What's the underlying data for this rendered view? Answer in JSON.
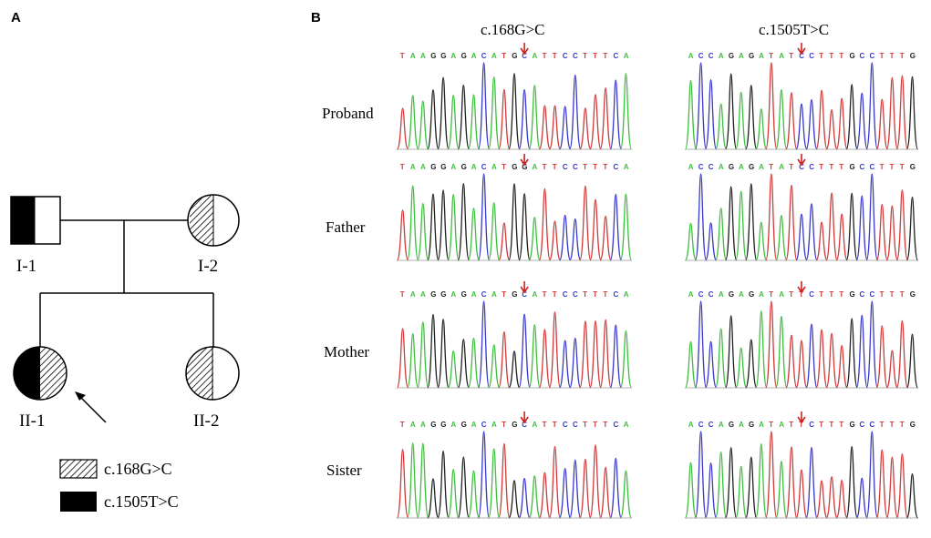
{
  "panels": {
    "a": {
      "letter": "A"
    },
    "b": {
      "letter": "B"
    }
  },
  "pedigree": {
    "members": [
      {
        "id": "I-1",
        "label": "I-1",
        "sex": "male",
        "left": "solid",
        "right": "none"
      },
      {
        "id": "I-2",
        "label": "I-2",
        "sex": "female",
        "left": "hatched",
        "right": "none"
      },
      {
        "id": "II-1",
        "label": "II-1",
        "sex": "female",
        "left": "solid",
        "right": "hatched",
        "proband": true
      },
      {
        "id": "II-2",
        "label": "II-2",
        "sex": "female",
        "left": "hatched",
        "right": "none"
      }
    ],
    "legend": [
      {
        "fill": "hatched",
        "label": "c.168G>C"
      },
      {
        "fill": "solid",
        "label": "c.1505T>C"
      }
    ]
  },
  "sequencing": {
    "variants": [
      {
        "label": "c.168G>C",
        "sequence": "TAAGGAGACATGCATTCCTTTCA",
        "site_index": 12
      },
      {
        "label": "c.1505T>C",
        "sequence": "ACCAGAGATATCCTTTGCCTTTG",
        "site_index": 11
      }
    ],
    "rows": [
      {
        "name": "Proband",
        "seq_left": "TAAGGAGACATGCATTCCTTTCA",
        "seq_right": "ACCAGAGATATCCTTTGCCTTTG"
      },
      {
        "name": "Father",
        "seq_left": "TAAGGAGACATGGATTCCTTTCA",
        "seq_right": "ACCAGAGATATCCTTTGCCTTTG"
      },
      {
        "name": "Mother",
        "seq_left": "TAAGGAGACATGCATTCCTTTCA",
        "seq_right": "ACCAGAGATATTCTTTGCCTTTG"
      },
      {
        "name": "Sister",
        "seq_left": "TAAGGAGACATGCATTCCTTTCA",
        "seq_right": "ACCAGAGATATTCTTTGCCTTTG"
      }
    ],
    "base_colors": {
      "A": "#3fbf3f",
      "C": "#3a3ac8",
      "G": "#222222",
      "T": "#d03b3b"
    },
    "arrow_color": "#d21f1f"
  }
}
